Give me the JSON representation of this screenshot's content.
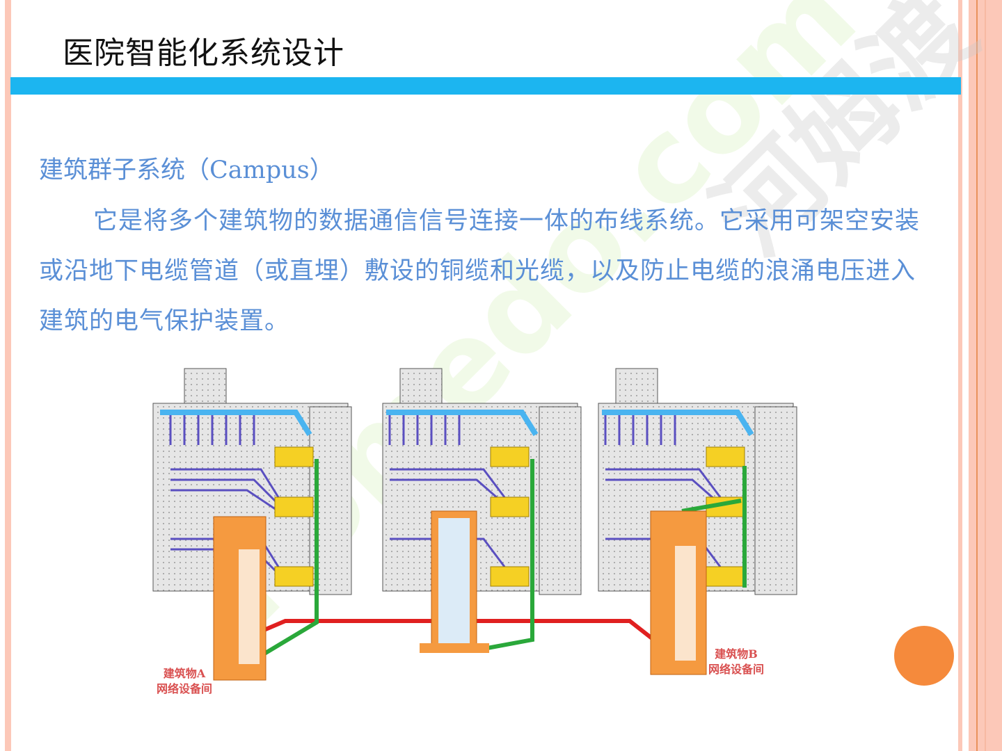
{
  "slide": {
    "title": "医院智能化系统设计",
    "subtitle": "建筑群子系统（Campus）",
    "paragraph": "它是将多个建筑物的数据通信信号连接一体的布线系统。它采用可架空安装或沿地下电缆管道（或直埋）敷设的铜缆和光缆，以及防止电缆的浪涌电压进入建筑的电气保护装置。"
  },
  "diagram": {
    "label_a_line1": "建筑物A",
    "label_a_line2": "网络设备间",
    "label_b_line1": "建筑物B",
    "label_b_line2": "网络设备间"
  },
  "watermark": {
    "text1": "homedo.com",
    "text2": "河姆渡"
  },
  "colors": {
    "accent_bar": "#1cb5f0",
    "text": "#5a8fd6",
    "border": "#fcc8b8",
    "circle": "#f58a3c"
  }
}
